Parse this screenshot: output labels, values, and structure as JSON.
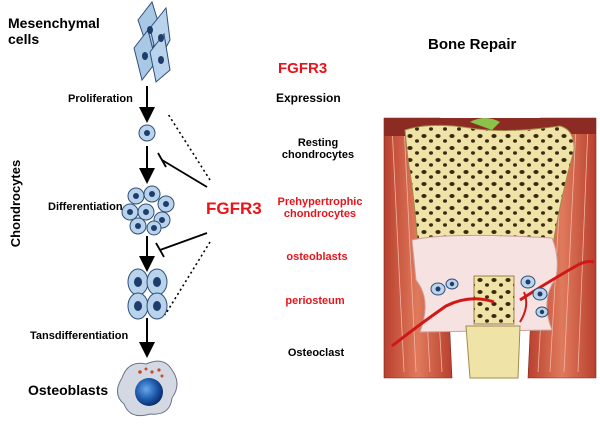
{
  "left": {
    "mesenchymal_cells": "Mesenchymal\ncells",
    "proliferation": "Proliferation",
    "differentiation": "Differentiation",
    "transdifferentiation": "Tansdifferentiation",
    "osteoblasts": "Osteoblasts",
    "chondrocytes": "Chondrocytes"
  },
  "middle": {
    "fgfr3_label": "FGFR3",
    "fgfr3_inhibitor": "FGFR3",
    "expression": "Expression",
    "list": [
      {
        "text": "Resting\nchondrocytes",
        "color": "#000000"
      },
      {
        "text": "Prehypertrophic\nchondrocytes",
        "color": "#e8141b"
      },
      {
        "text": "osteoblasts",
        "color": "#e8141b"
      },
      {
        "text": "periosteum",
        "color": "#e8141b"
      },
      {
        "text": "Osteoclast",
        "color": "#000000"
      }
    ]
  },
  "right": {
    "title": "Bone Repair"
  },
  "colors": {
    "accent_red": "#e8141b",
    "cell_blue": "#b9d3ec",
    "nucleus": "#1d3d6b",
    "bone": "#f7f0c6",
    "muscle": "#d45a3e"
  }
}
